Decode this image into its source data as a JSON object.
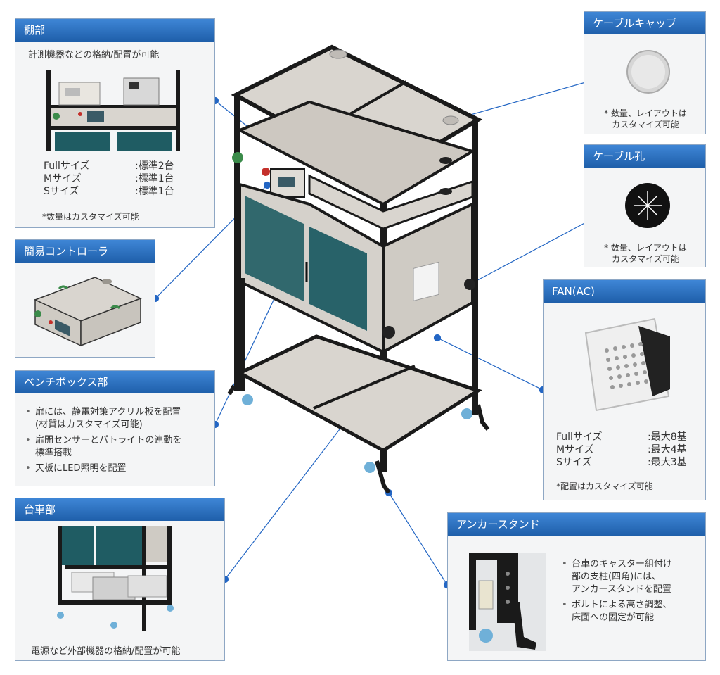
{
  "panels": {
    "shelf": {
      "title": "棚部",
      "subtitle": "計測機器などの格納/配置が可能",
      "specs": [
        {
          "k": "Fullサイズ",
          "v": ":標準2台"
        },
        {
          "k": "Mサイズ",
          "v": ":標準1台"
        },
        {
          "k": "Sサイズ",
          "v": ":標準1台"
        }
      ],
      "note": "*数量はカスタマイズ可能"
    },
    "controller": {
      "title": "簡易コントローラ"
    },
    "bench": {
      "title": "ベンチボックス部",
      "items": [
        "扉には、静電対策アクリル板を配置",
        "(材質はカスタマイズ可能)",
        "扉開センサーとパトライトの連動を",
        "標準搭載",
        "天板にLED照明を配置"
      ]
    },
    "cart": {
      "title": "台車部",
      "caption": "電源など外部機器の格納/配置が可能"
    },
    "cable_cap": {
      "title": "ケーブルキャップ",
      "note1": "* 数量、レイアウトは",
      "note2": "カスタマイズ可能"
    },
    "cable_hole": {
      "title": "ケーブル孔",
      "note1": "* 数量、レイアウトは",
      "note2": "カスタマイズ可能"
    },
    "fan": {
      "title": "FAN(AC)",
      "specs": [
        {
          "k": "Fullサイズ",
          "v": ":最大8基"
        },
        {
          "k": "Mサイズ",
          "v": ":最大4基"
        },
        {
          "k": "Sサイズ",
          "v": ":最大3基"
        }
      ],
      "note": "*配置はカスタマイズ可能"
    },
    "anchor": {
      "title": "アンカースタンド",
      "items": [
        "台車のキャスター組付け",
        "部の支柱(四角)には、",
        "アンカースタンドを配置",
        "ボルトによる高さ調整、",
        "床面への固定が可能"
      ]
    }
  },
  "colors": {
    "header": "#2a6fbf",
    "leader": "#2366c4",
    "frame": "#1a1a1a",
    "panel_board": "#d9d5cf",
    "glass": "#1f5c63"
  }
}
